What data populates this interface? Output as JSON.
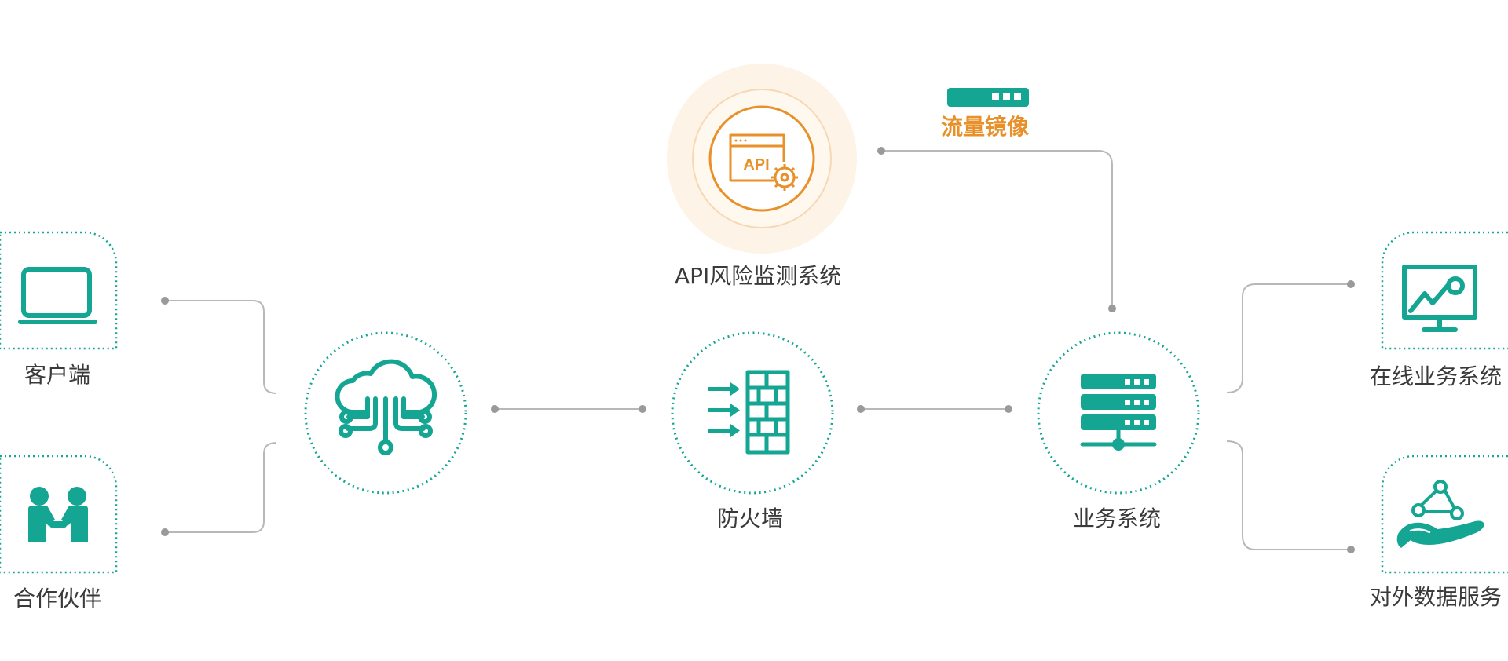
{
  "colors": {
    "teal": "#14a593",
    "orange": "#e8912a",
    "connector": "#b8b8b8",
    "dot": "#9a9a9a",
    "text": "#3a3a3a"
  },
  "nodes": {
    "client": {
      "label": "客户端",
      "icon": "laptop-icon"
    },
    "partner": {
      "label": "合作伙伴",
      "icon": "handshake-icon"
    },
    "cloud": {
      "icon": "cloud-network-icon"
    },
    "firewall": {
      "label": "防火墙",
      "icon": "firewall-icon"
    },
    "api_monitor": {
      "label": "API风险监测系统",
      "icon": "api-gear-icon",
      "icon_text": "API"
    },
    "traffic_mirror": {
      "label": "流量镜像",
      "icon": "server-strip-icon"
    },
    "business": {
      "label": "业务系统",
      "icon": "server-rack-icon"
    },
    "online": {
      "label": "在线业务系统",
      "icon": "chart-board-icon"
    },
    "external": {
      "label": "对外数据服务",
      "icon": "data-hand-icon"
    }
  }
}
